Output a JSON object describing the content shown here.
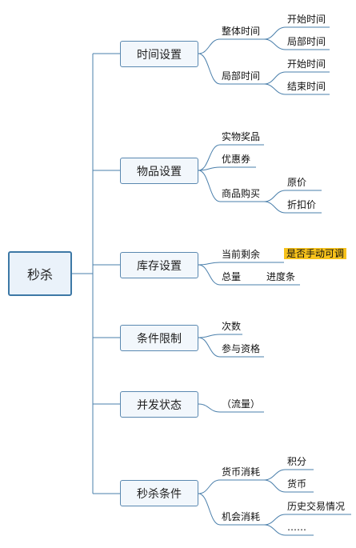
{
  "root": "秒杀",
  "categories": [
    {
      "label": "时间设置",
      "children": [
        {
          "label": "整体时间",
          "children": [
            "开始时间",
            "局部时间"
          ]
        },
        {
          "label": "局部时间",
          "children": [
            "开始时间",
            "结束时间"
          ]
        }
      ]
    },
    {
      "label": "物品设置",
      "children": [
        {
          "label": "实物奖品",
          "children": []
        },
        {
          "label": "优惠券",
          "children": []
        },
        {
          "label": "商品购买",
          "children": [
            "原价",
            "折扣价"
          ]
        }
      ]
    },
    {
      "label": "库存设置",
      "children": [
        {
          "label": "当前剩余",
          "children": [
            "是否手动可调"
          ]
        },
        {
          "label": "总量",
          "children": [
            "进度条"
          ]
        }
      ]
    },
    {
      "label": "条件限制",
      "children": [
        {
          "label": "次数",
          "children": []
        },
        {
          "label": "参与资格",
          "children": []
        }
      ]
    },
    {
      "label": "并发状态",
      "children": [
        {
          "label": "（流量）",
          "children": []
        }
      ]
    },
    {
      "label": "秒杀条件",
      "children": [
        {
          "label": "货币消耗",
          "children": [
            "积分",
            "货币"
          ]
        },
        {
          "label": "机会消耗",
          "children": [
            "历史交易情况",
            "……"
          ]
        }
      ]
    }
  ],
  "colors": {
    "line": "#4a7fab",
    "highlight": "#f7c21b",
    "root_border": "#3d78a6"
  }
}
